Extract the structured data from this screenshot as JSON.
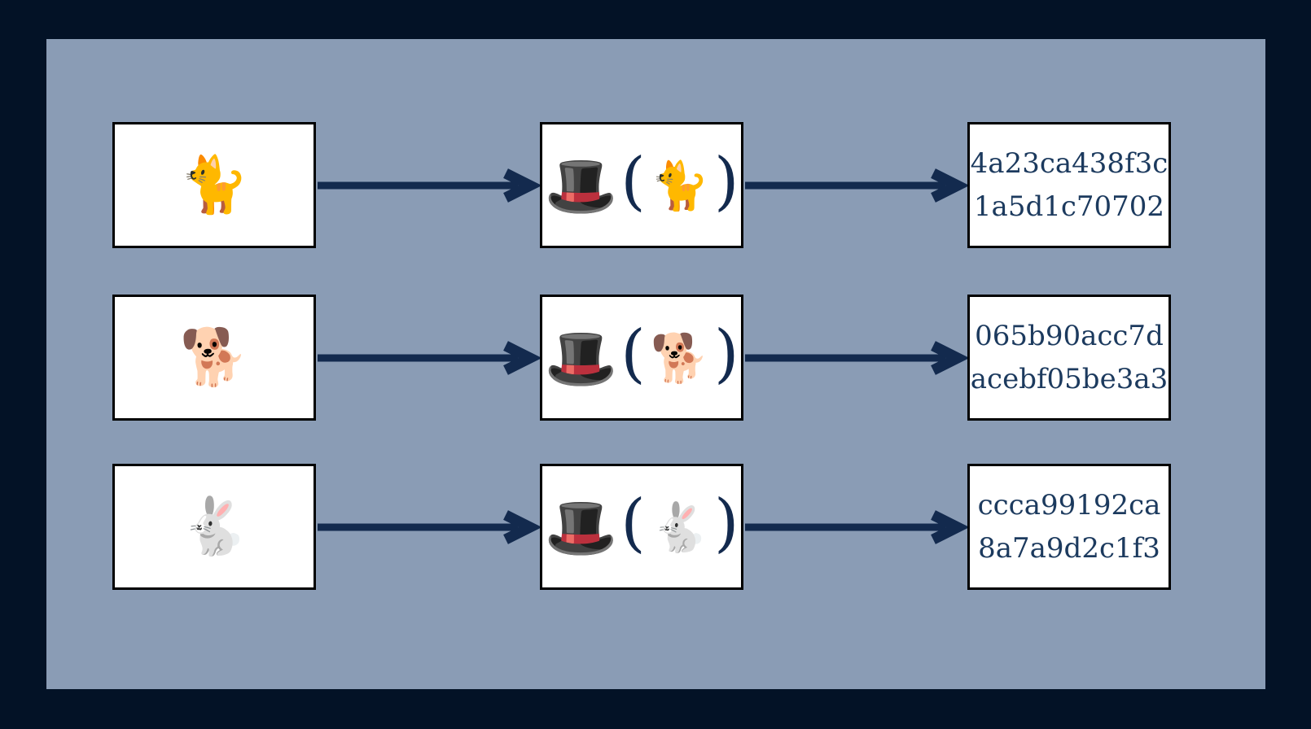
{
  "colors": {
    "outer_bg": "#031226",
    "panel_bg": "#8a9cb5",
    "arrow": "#132a4e",
    "box_bg": "#ffffff",
    "box_border": "#000000",
    "hash_text": "#1c3a5e"
  },
  "hat_emoji": "🎩",
  "paren_open": "(",
  "paren_close": ")",
  "rows": [
    {
      "input_emoji": "🐈",
      "func_animal_emoji": "🐈",
      "hash_line1": "4a23ca438f3c",
      "hash_line2": "1a5d1c70702"
    },
    {
      "input_emoji": "🐕",
      "func_animal_emoji": "🐕",
      "hash_line1": "065b90acc7d",
      "hash_line2": "acebf05be3a3"
    },
    {
      "input_emoji": "🐇",
      "func_animal_emoji": "🐇",
      "hash_line1": "ccca99192ca",
      "hash_line2": "8a7a9d2c1f3"
    }
  ]
}
